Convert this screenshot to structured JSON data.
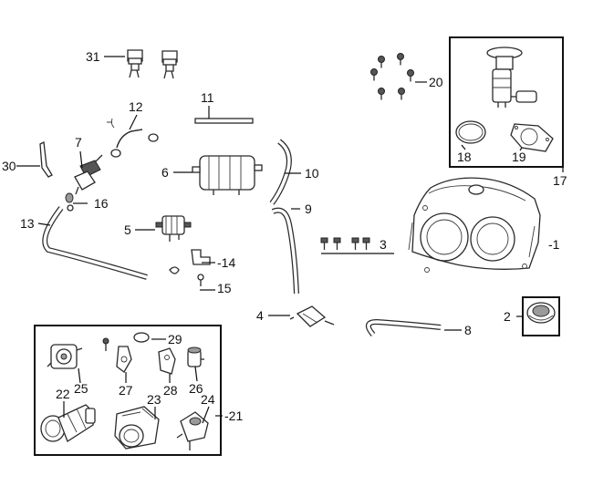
{
  "diagram": {
    "callouts": [
      {
        "id": "1",
        "text": "-1"
      },
      {
        "id": "2",
        "text": "2"
      },
      {
        "id": "3",
        "text": "3"
      },
      {
        "id": "4",
        "text": "4"
      },
      {
        "id": "5",
        "text": "5"
      },
      {
        "id": "6",
        "text": "6"
      },
      {
        "id": "7",
        "text": "7"
      },
      {
        "id": "8",
        "text": "8"
      },
      {
        "id": "9",
        "text": "9"
      },
      {
        "id": "10",
        "text": "10"
      },
      {
        "id": "11",
        "text": "11"
      },
      {
        "id": "12",
        "text": "12"
      },
      {
        "id": "13",
        "text": "13"
      },
      {
        "id": "14",
        "text": "-14"
      },
      {
        "id": "15",
        "text": "15"
      },
      {
        "id": "16",
        "text": "16"
      },
      {
        "id": "17",
        "text": "17"
      },
      {
        "id": "18",
        "text": "18"
      },
      {
        "id": "19",
        "text": "19"
      },
      {
        "id": "20",
        "text": "20"
      },
      {
        "id": "21",
        "text": "-21"
      },
      {
        "id": "22",
        "text": "22"
      },
      {
        "id": "23",
        "text": "23"
      },
      {
        "id": "24",
        "text": "24"
      },
      {
        "id": "25",
        "text": "25"
      },
      {
        "id": "26",
        "text": "26"
      },
      {
        "id": "27",
        "text": "27"
      },
      {
        "id": "28",
        "text": "28"
      },
      {
        "id": "29",
        "text": "29"
      },
      {
        "id": "30",
        "text": "30"
      },
      {
        "id": "31",
        "text": "31"
      }
    ]
  }
}
